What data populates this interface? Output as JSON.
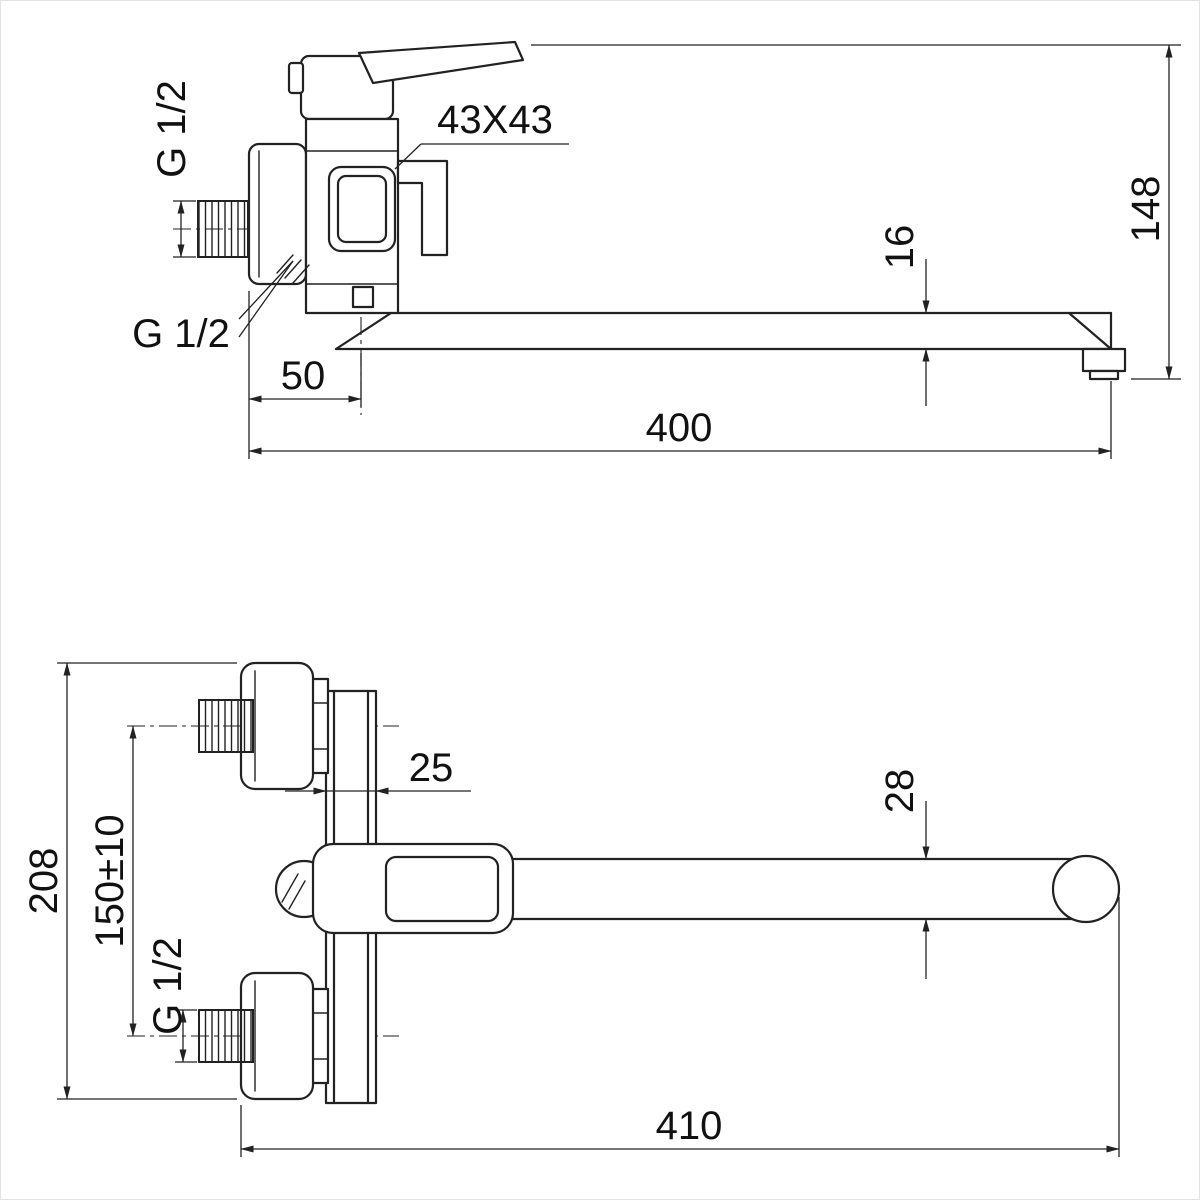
{
  "page": {
    "background": "#ffffff",
    "line_color": "#222222"
  },
  "views": {
    "side": {
      "label": "side-view",
      "dims": {
        "thread_size_top": "G 1/2",
        "body_section": "43X43",
        "spout_height": "16",
        "overall_height": "148",
        "thread_size_leader": "G 1/2",
        "wall_offset": "50",
        "spout_reach": "400"
      }
    },
    "front": {
      "label": "front-view",
      "dims": {
        "overall_height": "208",
        "centers_distance": "150±10",
        "thread_size": "G 1/2",
        "bracket_width": "25",
        "spout_width": "28",
        "spout_reach": "410"
      }
    }
  }
}
